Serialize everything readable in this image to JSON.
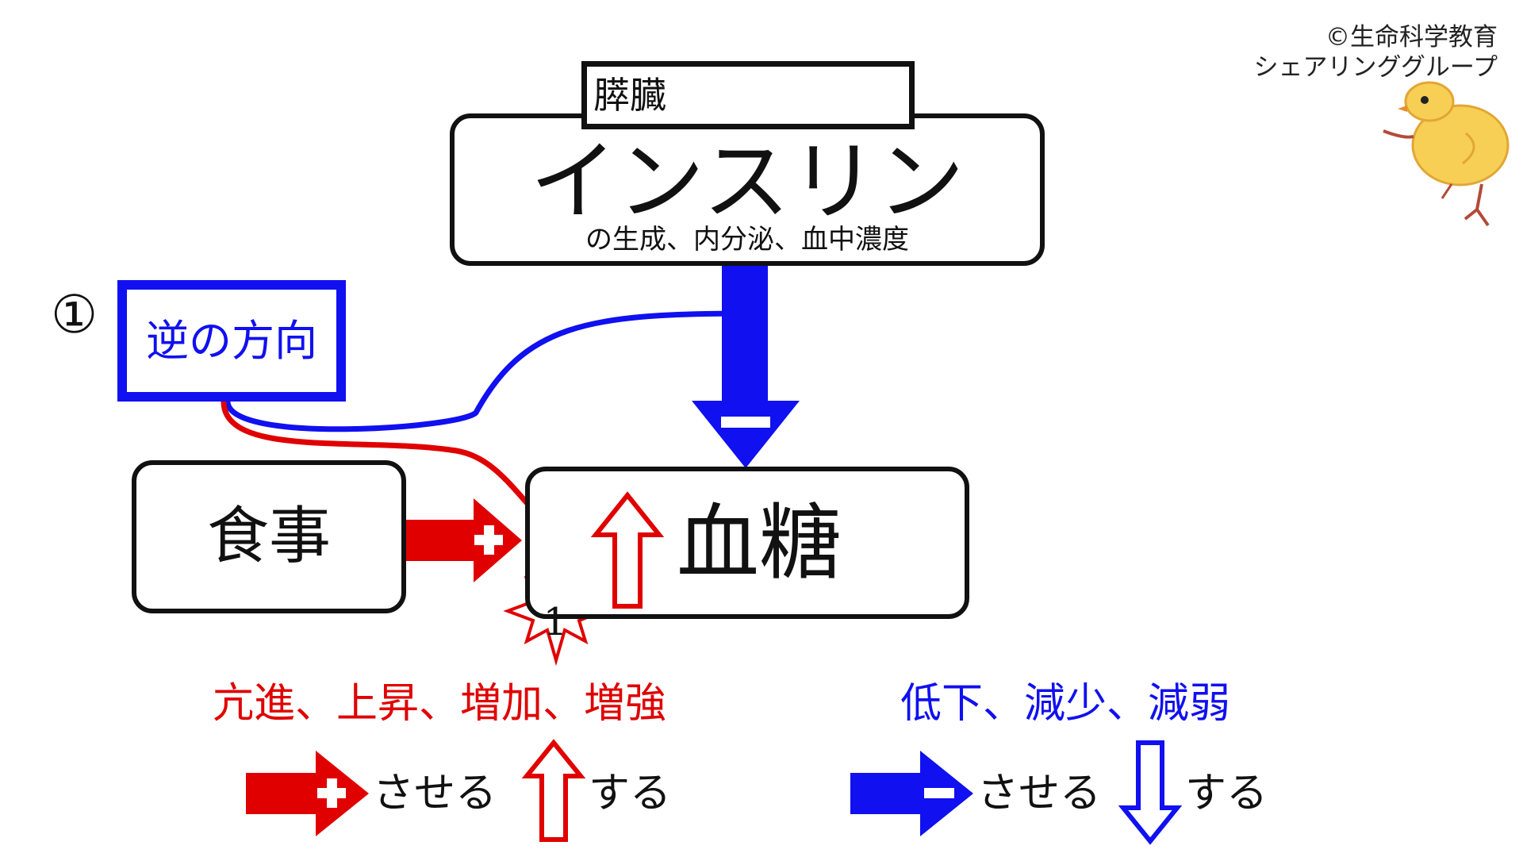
{
  "copyright": {
    "line1": "©生命科学教育",
    "line2": "シェアリンググループ"
  },
  "organ_label": "膵臓",
  "insulin": {
    "title": "インスリン",
    "subtitle": "の生成、内分泌、血中濃度"
  },
  "reverse": {
    "number": "①",
    "label": "逆の方向"
  },
  "food": "食事",
  "blood_sugar": "血糖",
  "star_number": "1",
  "legend": {
    "increase_words": "亢進、上昇、増加、増強",
    "decrease_words": "低下、減少、減弱",
    "cause_text_red": "させる",
    "state_text_red": "する",
    "cause_text_blue": "させる",
    "state_text_blue": "する"
  },
  "colors": {
    "red": "#e00000",
    "blue": "#1010f0",
    "black": "#111111"
  },
  "icons": {
    "chick": "chick-illustration-icon",
    "plus_arrow": "plus-arrow-icon",
    "minus_arrow": "minus-arrow-icon",
    "hollow_up": "hollow-up-arrow-icon",
    "hollow_down": "hollow-down-arrow-icon",
    "star": "starburst-icon"
  }
}
